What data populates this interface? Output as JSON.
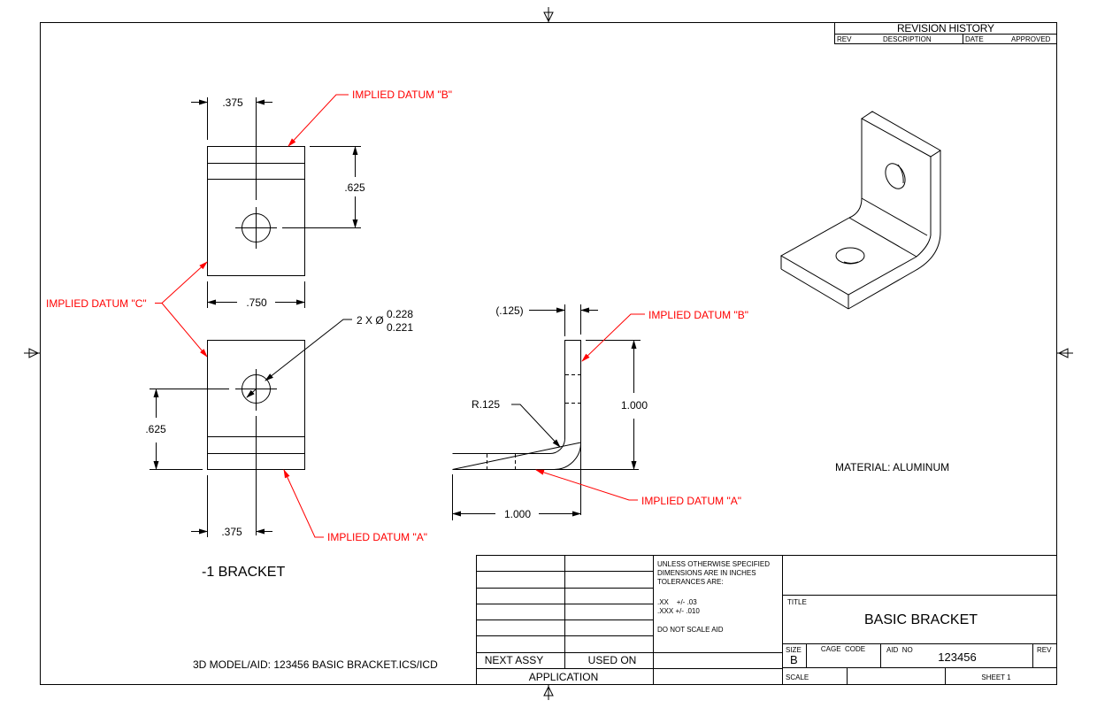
{
  "revision_history": {
    "title": "REVISION HISTORY",
    "columns": [
      "REV",
      "DESCRIPTION",
      "DATE",
      "APPROVED"
    ]
  },
  "views": {
    "top_view": {
      "dim_hole_x": ".375",
      "dim_hole_y": ".625",
      "dim_width": ".750",
      "datum_b_label": "IMPLIED DATUM \"B\""
    },
    "front_view": {
      "hole_callout_prefix": "2 X Ø",
      "hole_upper": "0.228",
      "hole_lower": "0.221",
      "dim_hole_y": ".625",
      "dim_hole_x": ".375",
      "datum_a_label": "IMPLIED DATUM \"A\""
    },
    "datum_c_label": "IMPLIED DATUM \"C\"",
    "side_view": {
      "thickness": "(.125)",
      "radius": "R.125",
      "height": "1.000",
      "length": "1.000",
      "datum_b_label": "IMPLIED DATUM \"B\"",
      "datum_a_label": "IMPLIED DATUM \"A\""
    },
    "material": "MATERIAL: ALUMINUM",
    "part_label": "-1 BRACKET",
    "model_note": "3D MODEL/AID: 123456 BASIC BRACKET.ICS/ICD"
  },
  "title_block": {
    "next_assy": "NEXT ASSY",
    "used_on": "USED  ON",
    "application": "APPLICATION",
    "notes": [
      "UNLESS OTHERWISE SPECIFIED",
      "DIMENSIONS ARE IN INCHES",
      "TOLERANCES ARE:",
      ".XX    +/- .03",
      ".XXX +/- .010",
      "DO NOT SCALE AID"
    ],
    "title_label": "TITLE",
    "title": "BASIC BRACKET",
    "size_label": "SIZE",
    "size": "B",
    "cage_code_label": "CAGE  CODE",
    "aid_no_label": "AID  NO",
    "aid_no": "123456",
    "rev_label": "REV",
    "scale_label": "SCALE",
    "sheet": "SHEET 1"
  },
  "colors": {
    "datum_red": "#ff0000",
    "line": "#000000"
  }
}
